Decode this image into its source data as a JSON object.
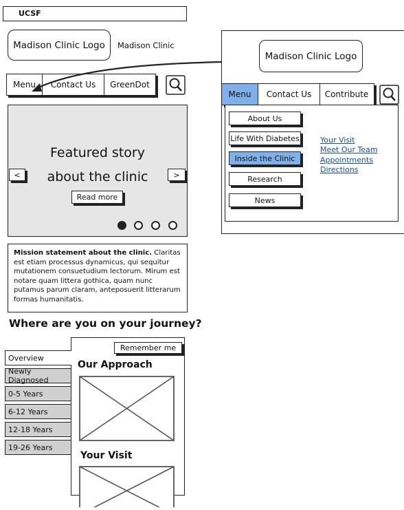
{
  "header": {
    "org_label": "UCSF"
  },
  "mobile": {
    "logo_label": "Madison Clinic Logo",
    "site_name": "Madison Clinic",
    "nav": [
      "Menu",
      "Contact Us",
      "GreenDot"
    ],
    "carousel": {
      "line1": "Featured story",
      "line2": "about the clinic",
      "prev": "<",
      "next": ">",
      "read_more": "Read more",
      "active_dot": 0,
      "dot_count": 4
    },
    "mission": {
      "bold": "Mission statement about the clinic.",
      "body": " Claritas est etiam processus dynamicus, qui sequitur mutationem consuetudium lectorum. Mirum est notare quam littera gothica, quam nunc putamus parum claram, anteposuerit litterarum formas humanitatis."
    },
    "journey": {
      "heading": "Where are you on your journey?",
      "items": [
        "Overview",
        "Newly Diagnosed",
        "0-5 Years",
        "6-12 Years",
        "12-18 Years",
        "19-26 Years"
      ],
      "selected": "Overview",
      "remember": "Remember me",
      "panel_title_1": "Our Approach",
      "panel_title_2": "Your Visit"
    }
  },
  "desktop_menu": {
    "logo_label": "Madison Clinic Logo",
    "tabs": [
      "Menu",
      "Contact Us",
      "Contribute"
    ],
    "active_tab": "Menu",
    "items": [
      "About Us",
      "Life With Diabetes",
      "Inside the Clinic",
      "Research",
      "News"
    ],
    "selected_item": "Inside the Clinic",
    "links": [
      "Your Visit",
      "Meet Our Team",
      "Appointments",
      "Directions"
    ]
  },
  "colors": {
    "highlight": "#7fb0ea",
    "link": "#1a4fa0",
    "panel_gray": "#e6e6e6",
    "item_gray": "#d0d0d0"
  }
}
